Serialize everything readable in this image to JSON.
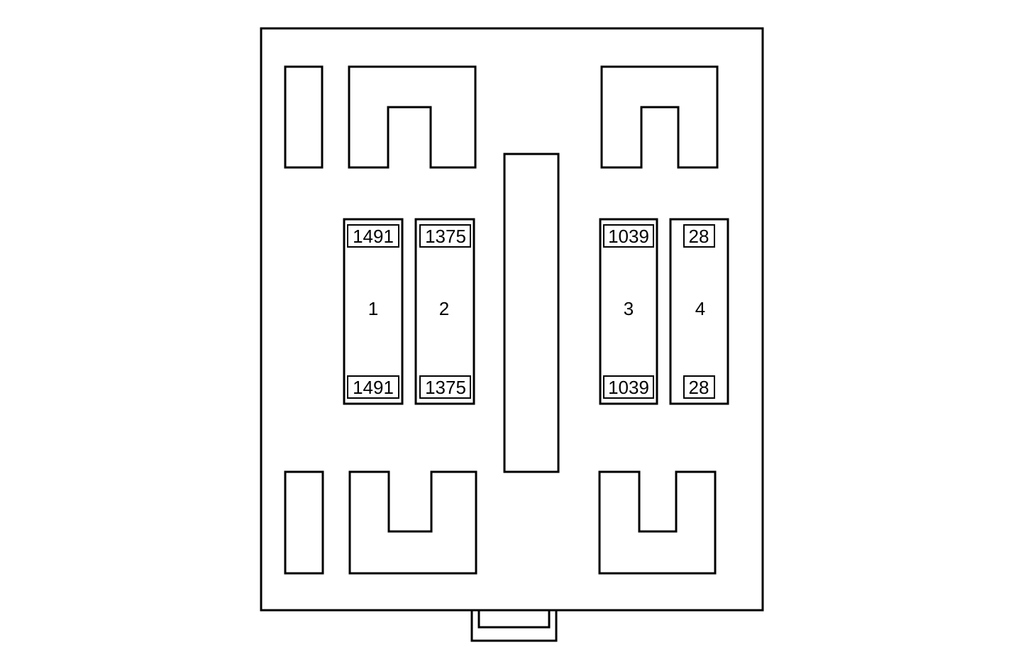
{
  "relays": [
    {
      "position": "1",
      "top_terminal": "1491",
      "bottom_terminal": "1491"
    },
    {
      "position": "2",
      "top_terminal": "1375",
      "bottom_terminal": "1375"
    },
    {
      "position": "3",
      "top_terminal": "1039",
      "bottom_terminal": "1039"
    },
    {
      "position": "4",
      "top_terminal": "28",
      "bottom_terminal": "28"
    }
  ]
}
